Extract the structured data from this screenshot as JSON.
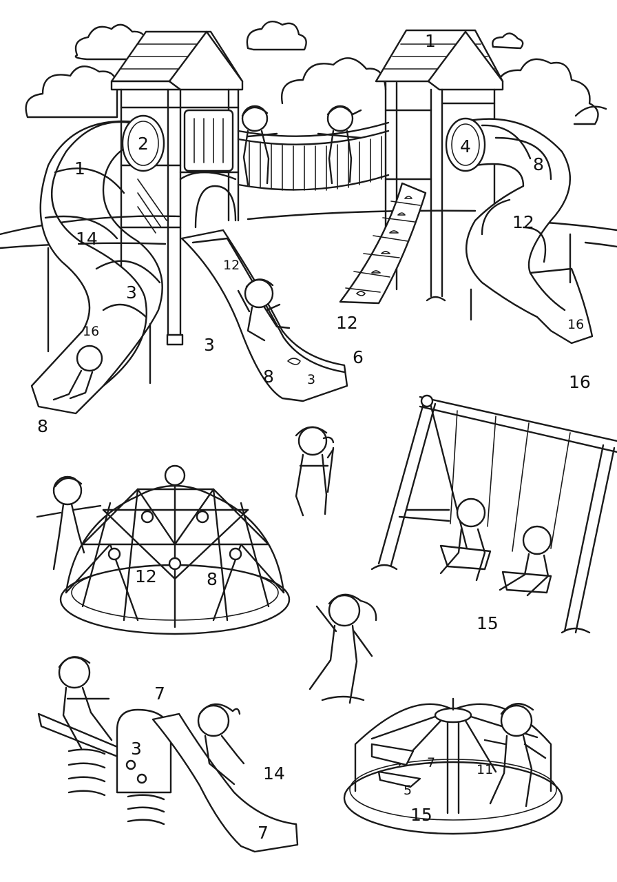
{
  "colors": {
    "line": "#1a1a1a",
    "background": "#ffffff"
  },
  "labels": {
    "tower_right_roof": "1",
    "tower_left_porthole": "2",
    "left_tube_upper": "1",
    "left_tube_mid": "14",
    "left_tube_lower": "3",
    "left_tube_exit": "16",
    "left_slide_ground": "8",
    "center_ground": "3",
    "wave_slide_top": "12",
    "wave_slide_bottom_left": "8",
    "wave_slide_bottom": "3",
    "wave_slide_right": "6",
    "climbing_wall_base": "12",
    "right_tube_porthole": "4",
    "right_tube_upper": "8",
    "right_tube_mid": "12",
    "right_tube_exit": "16",
    "field_right": "16",
    "dome_left": "12",
    "dome_right": "8",
    "swing_ground": "15",
    "seesaw_top": "7",
    "spring_rider_body": "3",
    "small_slide_side": "14",
    "small_slide_end": "7",
    "carousel_seat": "7",
    "carousel_rider": "11",
    "carousel_left": "5",
    "carousel_base": "15"
  },
  "icons": [
    "play-structure-icon",
    "tube-slide-icon",
    "wave-slide-icon",
    "climbing-wall-icon",
    "swing-set-icon",
    "dome-climber-icon",
    "seesaw-icon",
    "spring-rider-icon",
    "carousel-icon",
    "child-figure-icon",
    "cloud-icon"
  ]
}
